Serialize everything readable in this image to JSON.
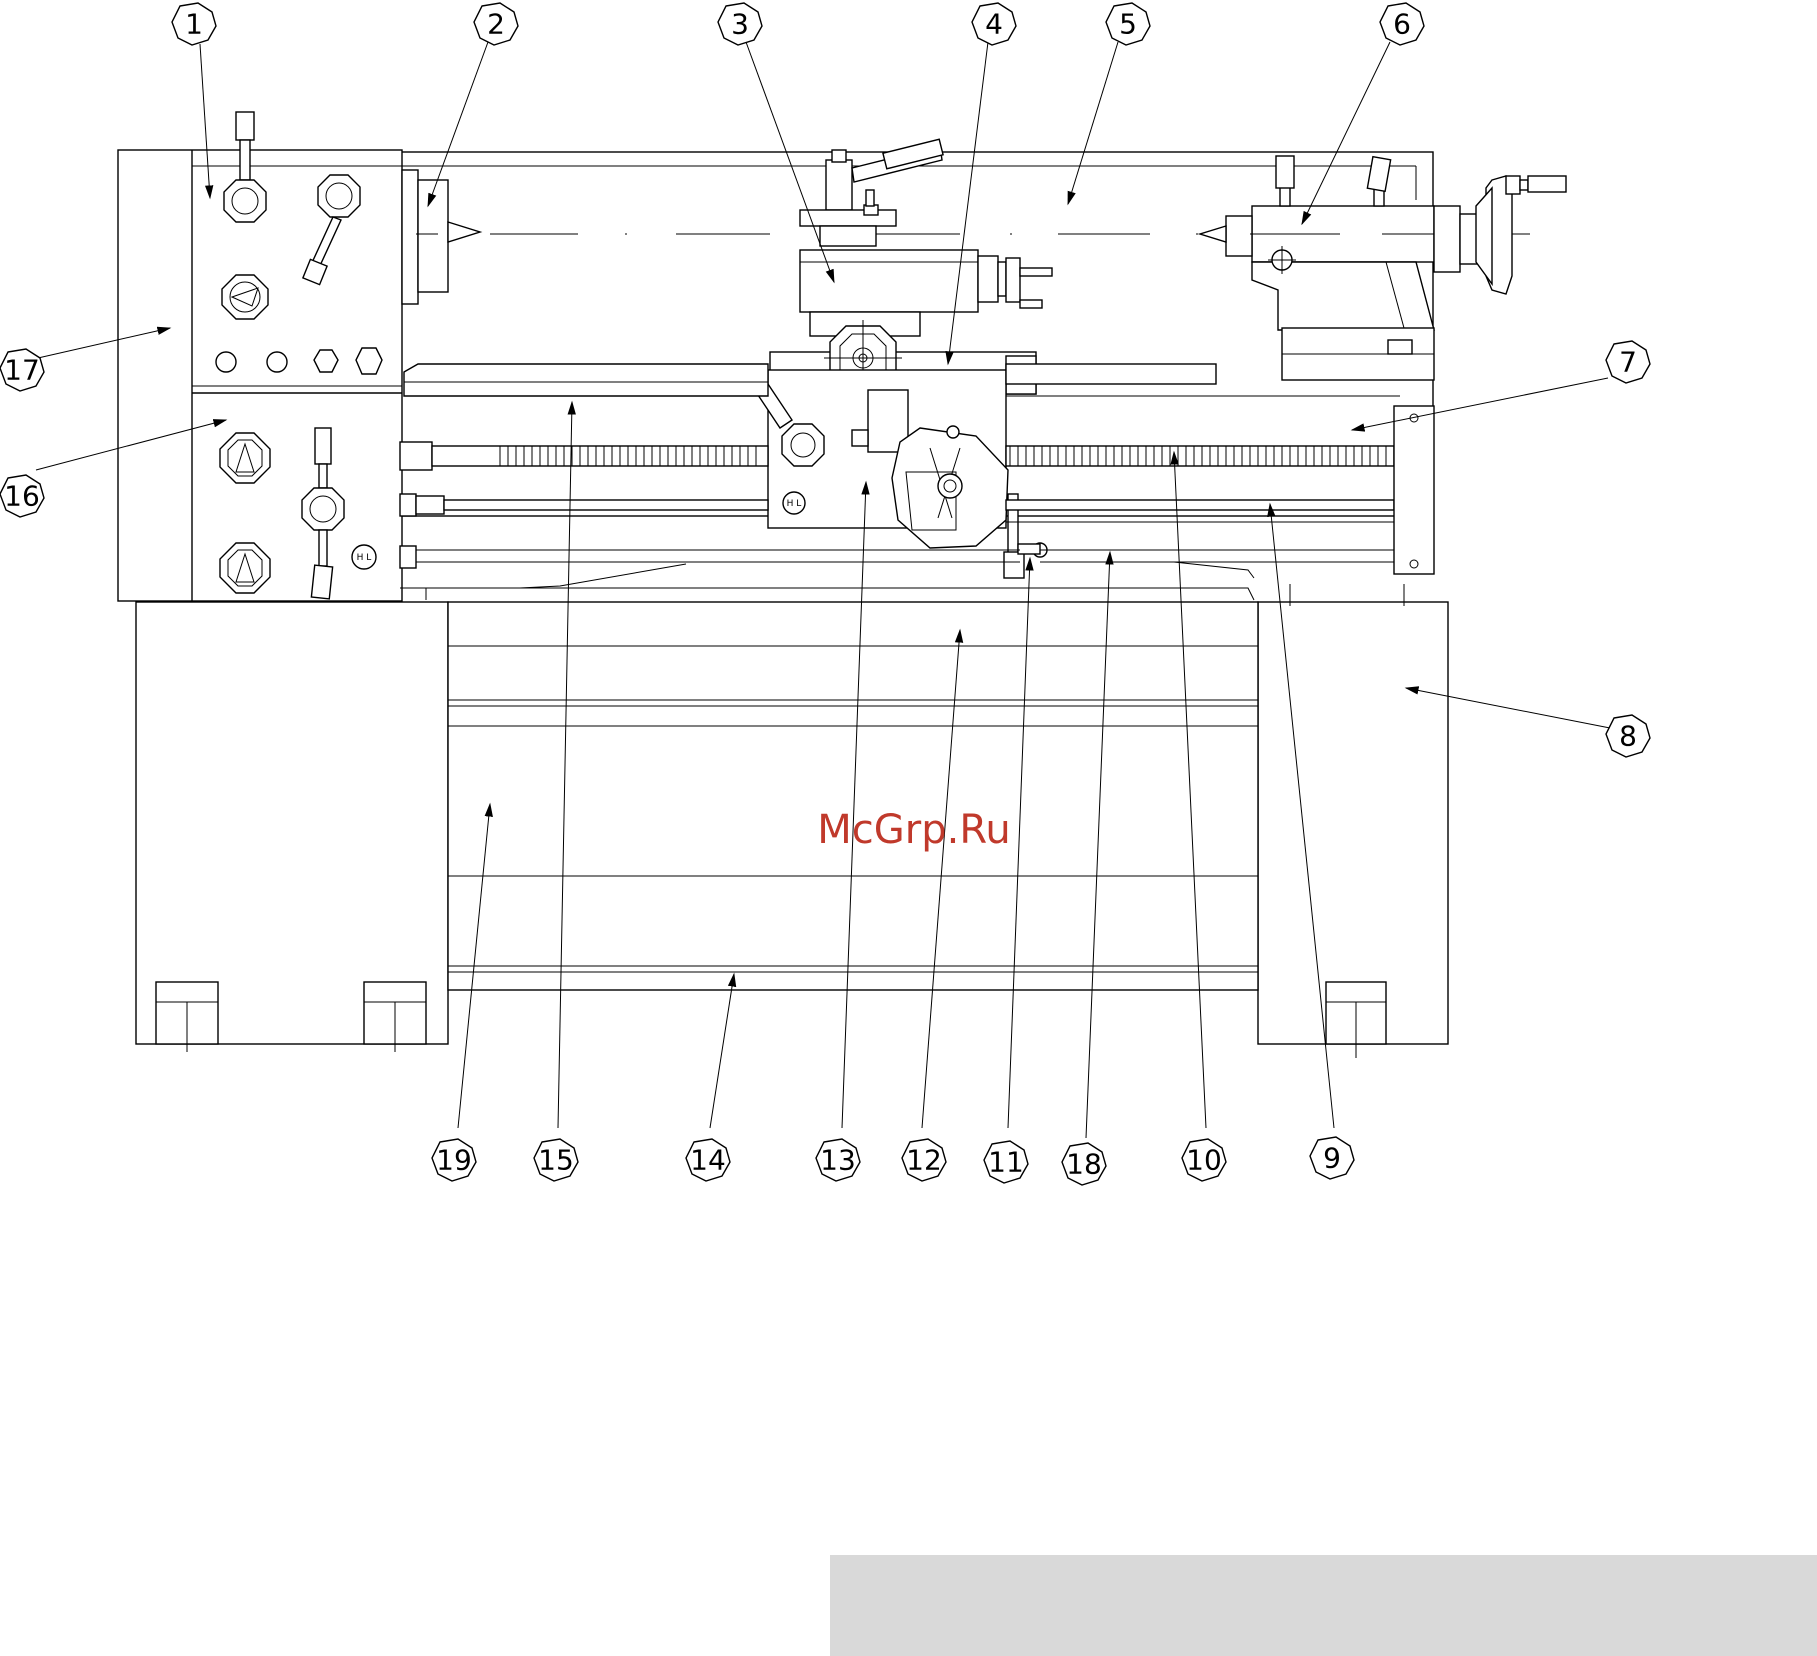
{
  "watermark": "McGrp.Ru",
  "headstock_hl_label": "H L",
  "apron_hl_label": "H L",
  "callouts": [
    {
      "id": "c1",
      "label": "1"
    },
    {
      "id": "c2",
      "label": "2"
    },
    {
      "id": "c3",
      "label": "3"
    },
    {
      "id": "c4",
      "label": "4"
    },
    {
      "id": "c5",
      "label": "5"
    },
    {
      "id": "c6",
      "label": "6"
    },
    {
      "id": "c7",
      "label": "7"
    },
    {
      "id": "c8",
      "label": "8"
    },
    {
      "id": "c9",
      "label": "9"
    },
    {
      "id": "c10",
      "label": "10"
    },
    {
      "id": "c11",
      "label": "11"
    },
    {
      "id": "c12",
      "label": "12"
    },
    {
      "id": "c13",
      "label": "13"
    },
    {
      "id": "c14",
      "label": "14"
    },
    {
      "id": "c15",
      "label": "15"
    },
    {
      "id": "c16",
      "label": "16"
    },
    {
      "id": "c17",
      "label": "17"
    },
    {
      "id": "c18",
      "label": "18"
    },
    {
      "id": "c19",
      "label": "19"
    }
  ]
}
